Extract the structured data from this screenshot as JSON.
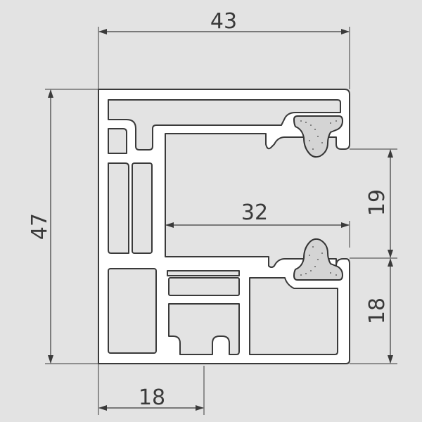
{
  "colors": {
    "background": "#e3e3e3",
    "profile_fill": "#ffffff",
    "outline": "#3a3a3a",
    "gasket_fill": "#d4d4d4"
  },
  "dimensions": {
    "top_width": "43",
    "overall_height": "47",
    "inner_width": "32",
    "right_upper": "19",
    "right_lower": "18",
    "bottom_width": "18"
  }
}
